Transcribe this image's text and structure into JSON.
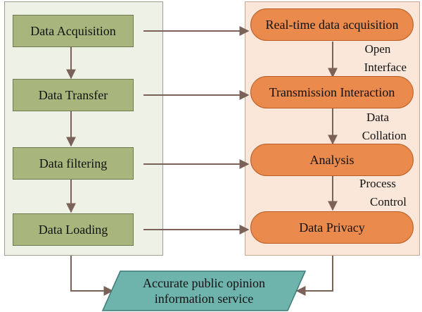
{
  "left_steps": [
    {
      "label": "Data Acquisition"
    },
    {
      "label": "Data Transfer"
    },
    {
      "label": "Data filtering"
    },
    {
      "label": "Data Loading"
    }
  ],
  "right_steps": [
    {
      "label": "Real-time data acquisition"
    },
    {
      "label": "Transmission Interaction"
    },
    {
      "label": "Analysis"
    },
    {
      "label": "Data Privacy"
    }
  ],
  "connector_notes": [
    {
      "line1": "Open",
      "line2": "Interface"
    },
    {
      "line1": "Data",
      "line2": "Collation"
    },
    {
      "line1": "Process",
      "line2": "Control"
    }
  ],
  "output": {
    "line1": "Accurate public opinion",
    "line2": "information service"
  },
  "colors": {
    "left_panel": "#eef1e6",
    "right_panel": "#fae7d9",
    "left_box": "#a8b57c",
    "right_pill": "#ea8a4c",
    "output_box": "#6fb3ad",
    "arrow": "#7a6258"
  }
}
